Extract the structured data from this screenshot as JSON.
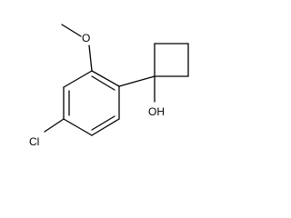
{
  "structure": {
    "atoms": {
      "oxygen_methoxy": "O",
      "chlorine": "Cl",
      "hydroxyl": "OH"
    },
    "colors": {
      "bond": "#000000",
      "label": "#000000",
      "background": "#ffffff"
    }
  }
}
